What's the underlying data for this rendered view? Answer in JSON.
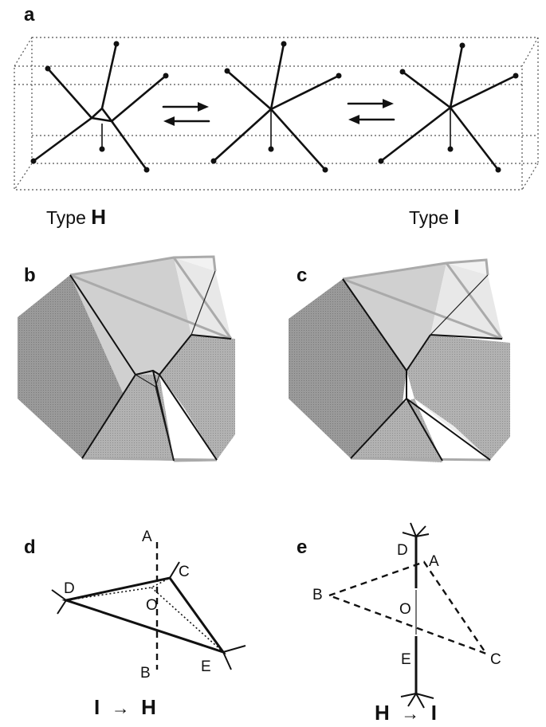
{
  "panels": {
    "a": {
      "label": "a",
      "type_h_prefix": "Type ",
      "type_h_letter": "H",
      "type_i_prefix": "Type ",
      "type_i_letter": "I"
    },
    "b": {
      "label": "b"
    },
    "c": {
      "label": "c"
    },
    "d": {
      "label": "d",
      "points": {
        "A": "A",
        "B": "B",
        "C": "C",
        "D": "D",
        "E": "E",
        "O": "O"
      },
      "caption_from": "I",
      "caption_arrow": "→",
      "caption_to": "H"
    },
    "e": {
      "label": "e",
      "points": {
        "A": "A",
        "B": "B",
        "C": "C",
        "D": "D",
        "E": "E",
        "O": "O"
      },
      "caption_from": "H",
      "caption_arrow": "→",
      "caption_to": "I"
    }
  }
}
